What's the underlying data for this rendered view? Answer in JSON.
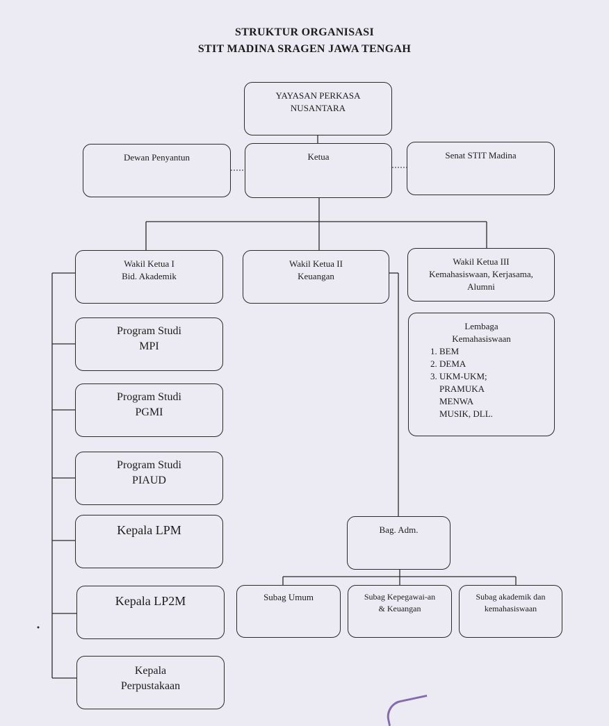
{
  "title": {
    "line1": "STRUKTUR ORGANISASI",
    "line2": "STIT MADINA SRAGEN JAWA TENGAH"
  },
  "nodes": {
    "yayasan": "YAYASAN PERKASA\nNUSANTARA",
    "dewan": "Dewan Penyantun",
    "ketua": "Ketua",
    "senat": "Senat STIT Madina",
    "wakil1": "Wakil Ketua I\nBid. Akademik",
    "wakil2": "Wakil Ketua II\nKeuangan",
    "wakil3": "Wakil Ketua III\nKemahasiswaan, Kerjasama,\nAlumni",
    "prodi_mpi": "Program Studi\nMPI",
    "prodi_pgmi": "Program Studi\nPGMI",
    "prodi_piaud": "Program Studi\nPIAUD",
    "lpm": "Kepala LPM",
    "lp2m": "Kepala  LP2M",
    "perpustakaan": "Kepala\nPerpustakaan",
    "bag_adm": "Bag. Adm.",
    "subag_umum": "Subag Umum",
    "subag_kepegawaian": "Subag Kepegawai-an\n& Keuangan",
    "subag_akademik": "Subag akademik dan\nkemahasiswaan"
  },
  "lembaga": {
    "title": "Lembaga\nKemahasiswaan",
    "items": [
      "BEM",
      "DEMA",
      "UKM-UKM;\nPRAMUKA\nMENWA\nMUSIK, DLL."
    ]
  }
}
